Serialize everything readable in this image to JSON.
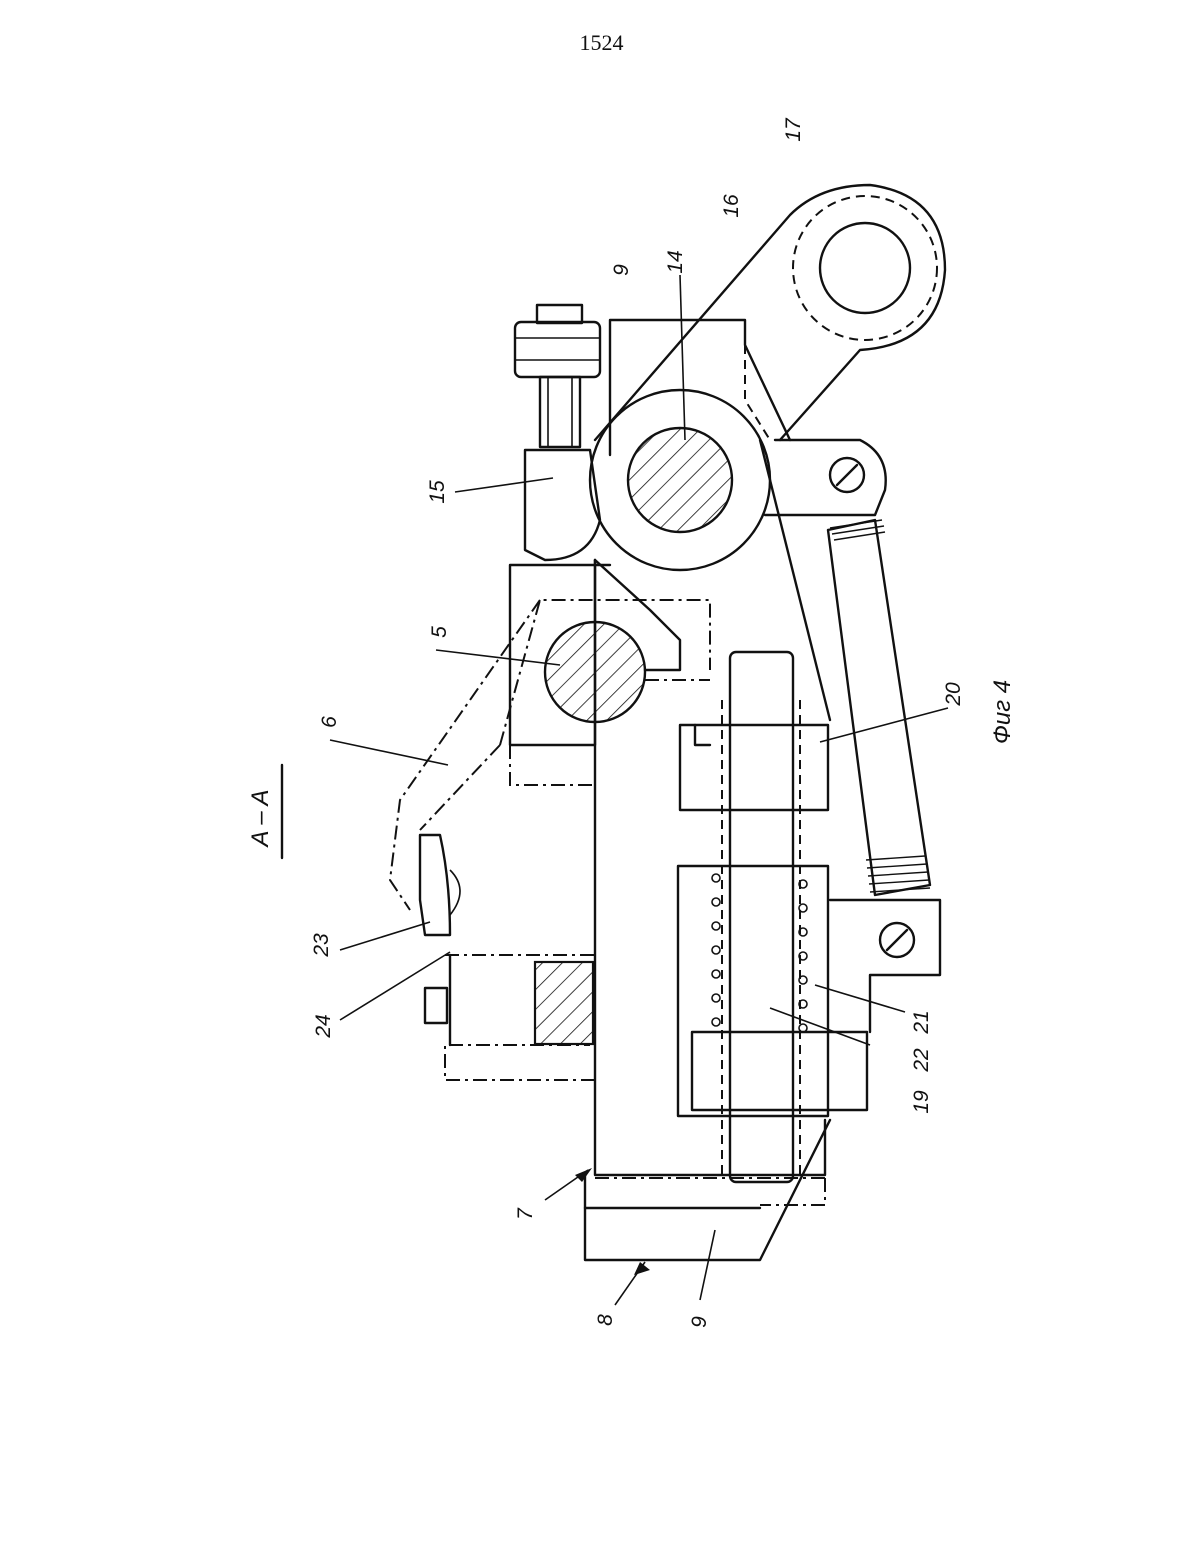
{
  "page_number": "1524",
  "section_label": "A – A",
  "figure_caption": "Фиг 4",
  "labels": {
    "l5": "5",
    "l6": "6",
    "l7": "7",
    "l8": "8",
    "l9a": "9",
    "l9b": "9",
    "l14": "14",
    "l15": "15",
    "l16": "16",
    "l17": "17",
    "l19": "19",
    "l20": "20",
    "l21": "21",
    "l22": "22",
    "l23": "23",
    "l24": "24"
  }
}
